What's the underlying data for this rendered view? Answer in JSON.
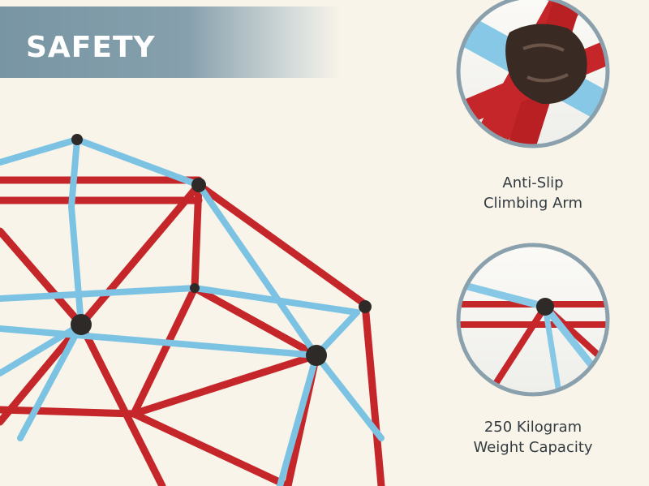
{
  "banner": {
    "title": "SAFETY"
  },
  "features": [
    {
      "line1": "Anti-Slip",
      "line2": "Climbing Arm",
      "icon": "climbing-hold-closeup"
    },
    {
      "line1": "250 Kilogram",
      "line2": "Weight Capacity",
      "icon": "dome-joint-closeup"
    }
  ],
  "colors": {
    "background": "#f8f4e9",
    "banner": "#7f99a6",
    "red_bar": "#c5262a",
    "blue_bar": "#7cc3e3",
    "hold": "#3a2a24",
    "circle_border": "#8aa1ad"
  }
}
